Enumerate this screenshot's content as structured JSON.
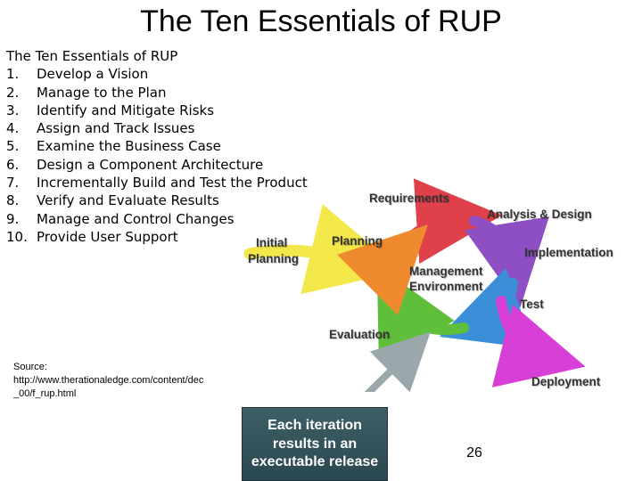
{
  "slide": {
    "title": "The Ten Essentials of RUP",
    "page_number": "26"
  },
  "essentials": {
    "heading": "The Ten Essentials of RUP",
    "items": [
      {
        "num": "1.",
        "text": "Develop a Vision"
      },
      {
        "num": "2.",
        "text": "Manage to the Plan"
      },
      {
        "num": "3.",
        "text": "Identify and Mitigate Risks"
      },
      {
        "num": "4.",
        "text": "Assign and Track Issues"
      },
      {
        "num": "5.",
        "text": "Examine the Business Case"
      },
      {
        "num": "6.",
        "text": "Design a Component Architecture"
      },
      {
        "num": "7.",
        "text": "Incrementally Build and Test the Product"
      },
      {
        "num": "8.",
        "text": "Verify and Evaluate Results"
      },
      {
        "num": "9.",
        "text": "Manage and Control Changes"
      },
      {
        "num": "10.",
        "text": "Provide User Support"
      }
    ]
  },
  "source": {
    "label": "Source:",
    "url": "http://www.therationaledge.com/content/dec_00/f_rup.html"
  },
  "diagram": {
    "labels": {
      "requirements": "Requirements",
      "analysis_design": "Analysis & Design",
      "planning": "Planning",
      "initial": "Initial",
      "initial_planning": "Planning",
      "implementation": "Implementation",
      "management": "Management",
      "environment": "Environment",
      "test": "Test",
      "evaluation": "Evaluation",
      "deployment": "Deployment"
    },
    "callout_lines": [
      "Each iteration",
      "results in an",
      "executable release"
    ],
    "colors": {
      "yellow": "#f2e84a",
      "red": "#e0404a",
      "purple": "#8e4fc4",
      "magenta": "#d83fd6",
      "blue": "#3a8fd8",
      "green": "#5fbf3a",
      "orange": "#f08a2e",
      "callout_bg": "#3e5f67"
    }
  }
}
